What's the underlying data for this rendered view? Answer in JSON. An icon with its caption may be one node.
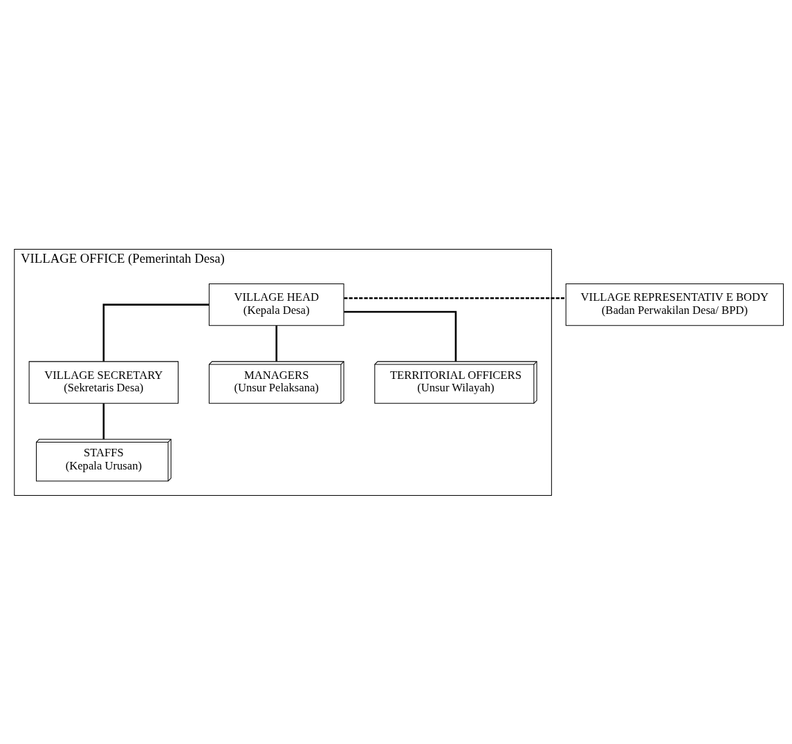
{
  "diagram": {
    "nodes": [
      {
        "text": [
          "VILLAGE OFFICE (Pemerintah Desa)"
        ]
      },
      {
        "text": [
          "VILLAGE HEAD",
          "(Kepala Desa)"
        ],
        "in": 0
      },
      {
        "text": [
          "VILLAGE REPRESENTATIV E BODY",
          "(Badan Perwakilan Desa/ BPD)"
        ]
      },
      {
        "text": [
          "VILLAGE SECRETARY",
          "(Sekretaris Desa)"
        ],
        "in": 0
      },
      {
        "text": [
          "STAFFS",
          "(Kepala Urusan)"
        ],
        "in": 0
      },
      {
        "text": [
          "MANAGERS",
          "(Unsur Pelaksana)"
        ],
        "in": 0
      },
      {
        "text": [
          "TERRITORIAL OFFICERS",
          "(Unsur Wilayah)"
        ],
        "in": 0
      }
    ],
    "edges": [
      {
        "from": 1,
        "to": 2,
        "arrow": "none",
        "style": "dashed"
      },
      {
        "from": 1,
        "to": 3,
        "arrow": "none"
      },
      {
        "from": 3,
        "to": 4,
        "arrow": "none"
      },
      {
        "from": 1,
        "to": 5,
        "arrow": "none"
      },
      {
        "from": 1,
        "to": 6,
        "arrow": "none"
      }
    ]
  }
}
